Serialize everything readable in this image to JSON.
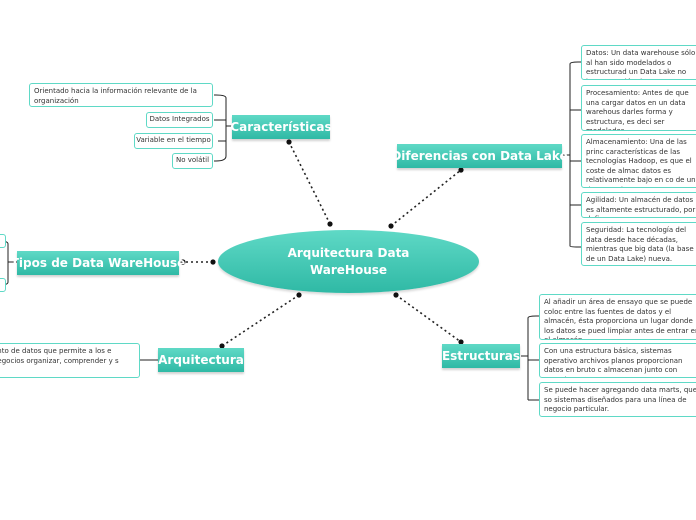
{
  "central": {
    "title": "Arquitectura Data WareHouse"
  },
  "topics": {
    "caracteristicas": "Características",
    "diferencias": "Diferencias con Data Lake",
    "tipos": "Tipos de Data WareHouse",
    "arquitectura": "Arquitectura",
    "estructuras": "Estructuras"
  },
  "caracteristicas_notes": [
    "Orientado hacia la información relevante de la organización",
    "Datos Integrados",
    "Variable en el tiempo",
    "No volátil"
  ],
  "diferencias_notes": [
    "Datos: Un data warehouse sólo al han sido modelados o estructurad un Data Lake no hace aceptión de",
    "Procesamiento: Antes de que una cargar datos en un data warehous darles forma y estructura, es deci ser modelados",
    "Almacenamiento: Una de las princ características de las tecnologías Hadoop, es que el coste de almac datos es relativamente bajo en co de un data warehouse.",
    "Agilidad: Un almacén de datos es altamente estructurado, por defin",
    "Seguridad: La tecnología del data desde hace décadas, mientras que big data (la base de un Data Lake) nueva."
  ],
  "arquitectura_notes": [
    "ento de datos que permite a los e negocios organizar, comprender y s"
  ],
  "estructuras_notes": [
    "Al añadir un área de ensayo que se puede coloc entre las fuentes de datos y el almacén, ésta proporciona un lugar donde los datos se pued limpiar antes de entrar en el almacén.",
    "Con una estructura básica, sistemas operativo archivos planos proporcionan datos en bruto c almacenan junto con metadatos.",
    "Se puede hacer agregando data marts, que so sistemas diseñados para una línea de negocio particular."
  ],
  "colors": {
    "accent": "#3cc7b3",
    "border": "#5fd9c6",
    "connector": "#222222"
  }
}
